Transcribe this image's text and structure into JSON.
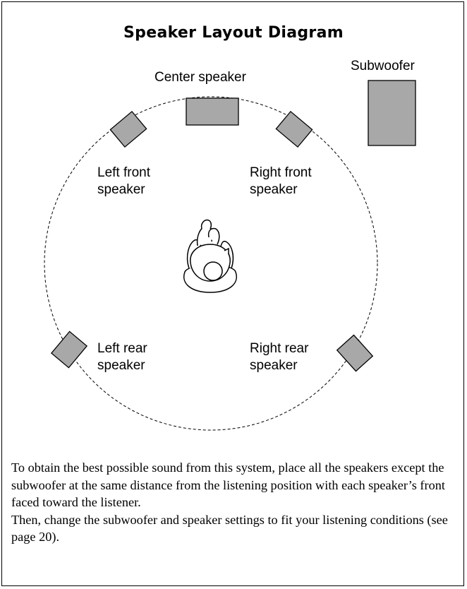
{
  "title": "Speaker Layout Diagram",
  "speakers": {
    "center": {
      "label": "Center speaker"
    },
    "subwoofer": {
      "label": "Subwoofer"
    },
    "left_front": {
      "line1": "Left front",
      "line2": "speaker"
    },
    "right_front": {
      "line1": "Right front",
      "line2": "speaker"
    },
    "left_rear": {
      "line1": "Left rear",
      "line2": "speaker"
    },
    "right_rear": {
      "line1": "Right rear",
      "line2": "speaker"
    }
  },
  "colors": {
    "speaker_fill": "#a8a8a8",
    "outline": "#000000"
  },
  "icons": {
    "listener": "listener-icon"
  },
  "note": {
    "paragraph1": "To obtain the best possible sound from this system, place all the speakers except the subwoofer at the same distance from the listening position with each speaker’s front faced toward the listener.",
    "paragraph2": "Then, change the subwoofer and speaker settings to fit your listening conditions (see page 20)."
  }
}
